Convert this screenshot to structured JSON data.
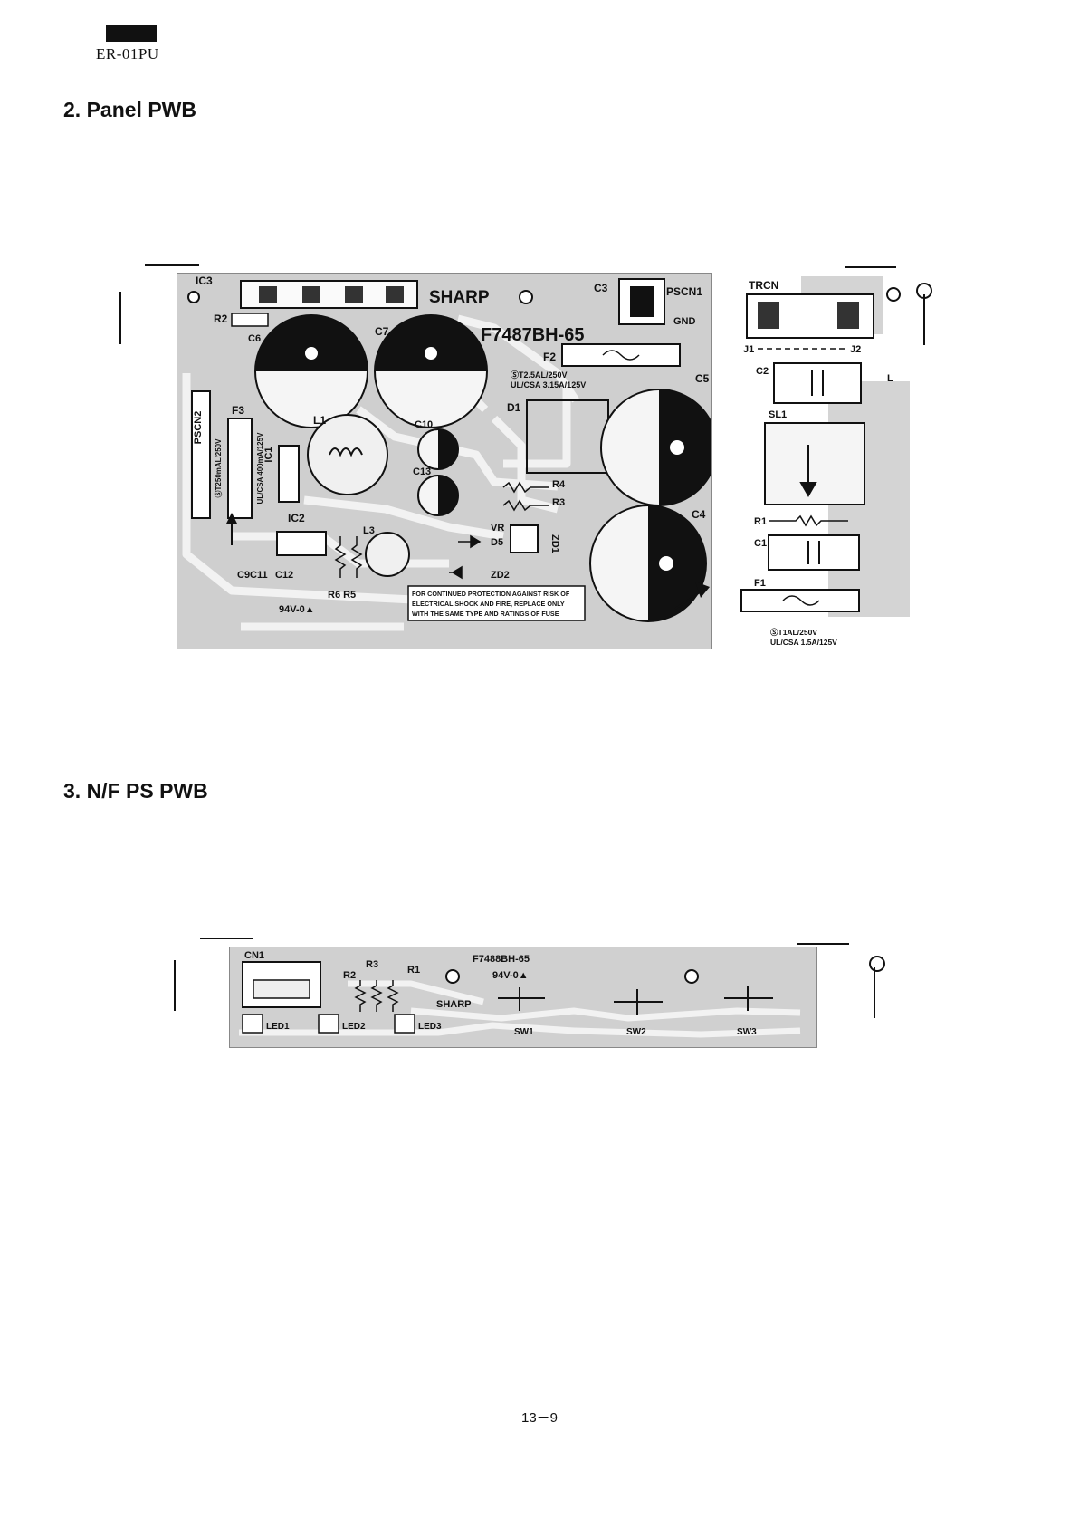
{
  "header": {
    "model": "ER-01PU"
  },
  "sections": [
    {
      "title": "2. Panel PWB"
    },
    {
      "title": "3. N/F PS PWB"
    }
  ],
  "panel_pwb": {
    "board_id": "F7487BH-65",
    "brand": "SHARP",
    "labels": {
      "ic3": "IC3",
      "r2": "R2",
      "c6": "C6",
      "c7": "C7",
      "c3": "C3",
      "pscn1": "PSCN1",
      "gnd": "GND",
      "f2": "F2",
      "f2_rating1": "ⓈT2.5AL/250V",
      "f2_rating2": "UL/CSA 3.15A/125V",
      "d1": "D1",
      "c5": "C5",
      "pscn2": "PSCN2",
      "f3": "F3",
      "f3_rating1": "ⓈT250mAL/250V",
      "f3_rating2": "UL/CSA 400mA/125V",
      "ic1": "IC1",
      "l1": "L1",
      "c10": "C10",
      "c13": "C13",
      "c4": "C4",
      "r4": "R4",
      "r3": "R3",
      "ic2": "IC2",
      "vr": "VR",
      "d5": "D5",
      "zd1": "ZD1",
      "zd2": "ZD2",
      "l3": "L3",
      "c9c11": "C9C11",
      "c12": "C12",
      "r6r5": "R6 R5",
      "ul_mark": "94V-0▲",
      "warning_line1": "FOR CONTINUED PROTECTION AGAINST RISK OF",
      "warning_line2": "ELECTRICAL SHOCK AND FIRE, REPLACE ONLY",
      "warning_line3": "WITH THE SAME TYPE AND RATINGS OF FUSE",
      "trcn": "TRCN",
      "j1": "J1",
      "j2": "J2",
      "c2": "C2",
      "l": "L",
      "sl1": "SL1",
      "r1": "R1",
      "c1": "C1",
      "f1": "F1",
      "f1_rating1": "ⓈT1AL/250V",
      "f1_rating2": "UL/CSA 1.5A/125V"
    }
  },
  "nf_ps_pwb": {
    "board_id": "F7488BH-65",
    "labels": {
      "cn1": "CN1",
      "r3": "R3",
      "r2": "R2",
      "r1": "R1",
      "ul_mark": "94V-0▲",
      "sharp": "SHARP",
      "led1": "LED1",
      "led2": "LED2",
      "led3": "LED3",
      "sw1": "SW1",
      "sw2": "SW2",
      "sw3": "SW3"
    }
  },
  "footer": {
    "page": "13－9"
  }
}
